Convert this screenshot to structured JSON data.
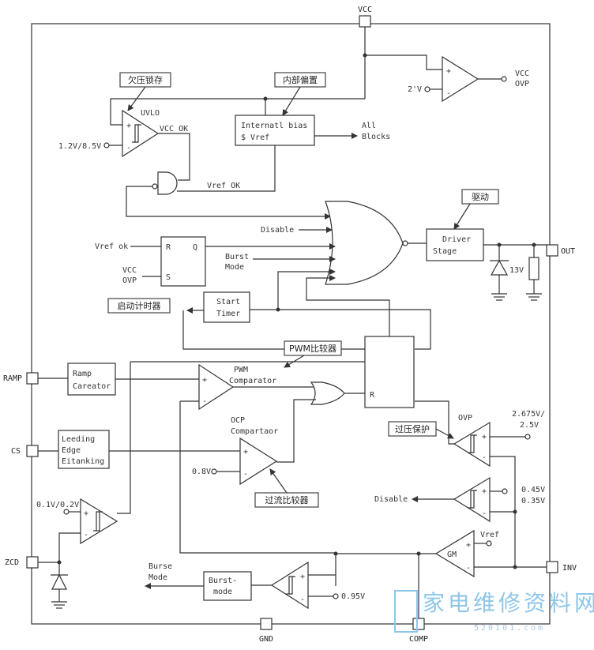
{
  "pins": {
    "vcc": "VCC",
    "out": "OUT",
    "ramp": "RAMP",
    "cs": "CS",
    "zcd": "ZCD",
    "gnd": "GND",
    "comp": "COMP",
    "inv": "INV"
  },
  "blocks": {
    "uvlo": "UVLO",
    "uvlo_out": "VCC OK",
    "uvlo_th": "1.2V/8.5V",
    "bias_l1": "Internatl bias",
    "bias_l2": "$ Vref",
    "all_blocks_l1": "All",
    "all_blocks_l2": "Blocks",
    "vref_ok": "Vref OK",
    "disable": "Disable",
    "rs_in": "Vref ok",
    "rs_r": "R",
    "rs_q": "Q",
    "rs_s": "S",
    "vcc_ovp_l1": "VCC",
    "vcc_ovp_l2": "OVP",
    "burst_l1": "Burst",
    "burst_l2": "Mode",
    "driver_l1": "Driver",
    "driver_l2": "Stage",
    "zener": "13V",
    "start_l1": "Start",
    "start_l2": "Timer",
    "ramp_l1": "Ramp",
    "ramp_l2": "Careator",
    "pwm_l1": "PWM",
    "pwm_l2": "Comparator",
    "latch_r": "R",
    "leb_l1": "Leeding",
    "leb_l2": "Edge",
    "leb_l3": "Eitanking",
    "ocp_l1": "OCP",
    "ocp_l2": "Compartaor",
    "ocp_ref": "0.8V",
    "ovp": "OVP",
    "ovp_th_l1": "2.675V/",
    "ovp_th_l2": "2.5V",
    "dis_th_l1": "0.45V",
    "dis_th_l2": "0.35V",
    "disable_out": "Disable",
    "zcd_th": "0.1V/0.2V",
    "gm": "GM",
    "gm_ref": "Vref",
    "burst_box_l1": "Burst-",
    "burst_box_l2": "mode",
    "burse_l1": "Burse",
    "burse_l2": "Mode",
    "burst_th": "0.95V",
    "ovp2_ref": "2'V",
    "ovp2_out_l1": "VCC",
    "ovp2_out_l2": "OVP",
    "plus": "+",
    "minus": "-"
  },
  "callouts": {
    "uvlo": "欠压锁存",
    "bias": "内部偏置",
    "drive": "驱动",
    "timer": "启动计时器",
    "pwm": "PWM比较器",
    "ovp": "过压保护",
    "ocp": "过流比较器"
  },
  "watermark": {
    "cn": "家电维修资料网",
    "url": "520101.com"
  }
}
